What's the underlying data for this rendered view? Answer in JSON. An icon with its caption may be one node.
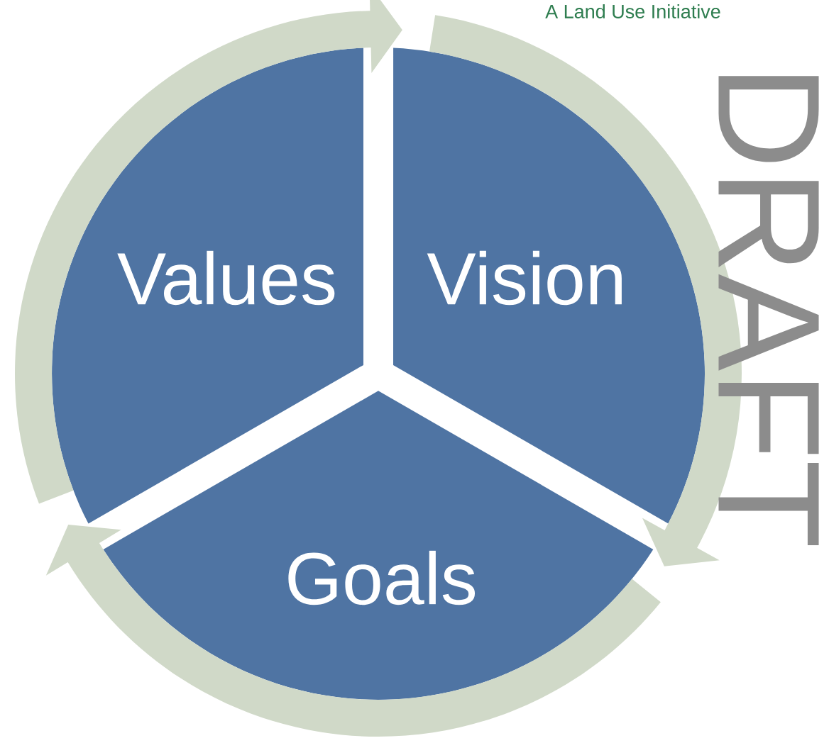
{
  "diagram": {
    "nodes": [
      {
        "text": [
          "Values"
        ]
      },
      {
        "text": [
          "Vision"
        ]
      },
      {
        "text": [
          "Goals"
        ]
      }
    ],
    "edges": [
      {
        "from": 0,
        "to": 1,
        "arrow": "to"
      },
      {
        "from": 1,
        "to": 2,
        "arrow": "to"
      },
      {
        "from": 2,
        "to": 0,
        "arrow": "to"
      }
    ],
    "labels": [
      "A Land Use Initiative",
      "DRAFT"
    ]
  }
}
